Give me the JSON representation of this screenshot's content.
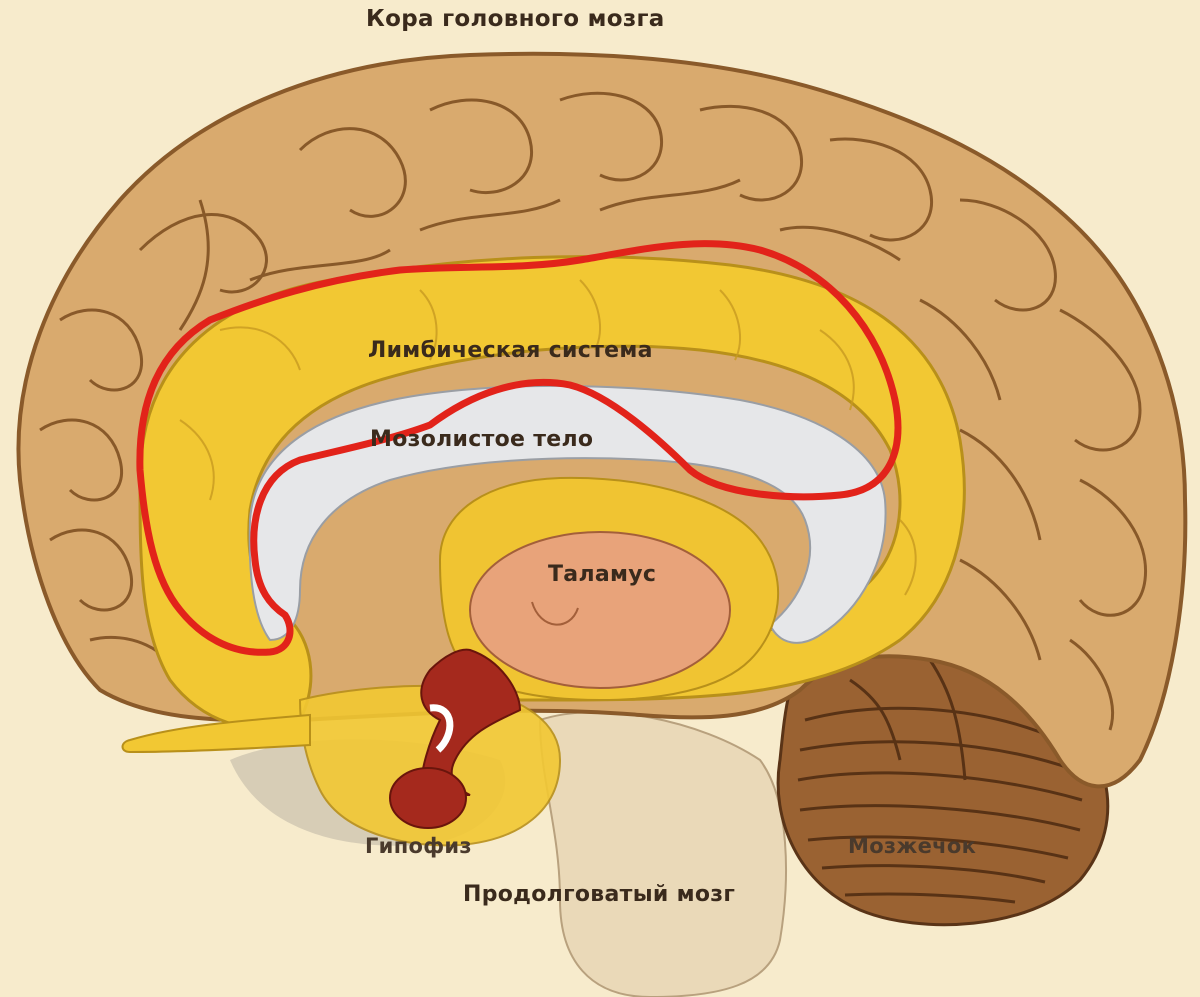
{
  "labels": {
    "cortex": "Кора головного мозга",
    "limbic_system": "Лимбическая система",
    "corpus_callosum": "Мозолистое тело",
    "thalamus": "Таламус",
    "pituitary": "Гипофиз",
    "cerebellum": "Мозжечок",
    "medulla": "Продолговатый мозг"
  },
  "colors": {
    "background": "#f7ebcc",
    "cortex": "#d9aa6e",
    "limbic": "#f2c833",
    "callosum": "#e6e7e9",
    "thalamus": "#e8a37a",
    "pituitary": "#a5291d",
    "cerebellum": "#8f5a2c",
    "outline_highlight": "#e2231a"
  }
}
